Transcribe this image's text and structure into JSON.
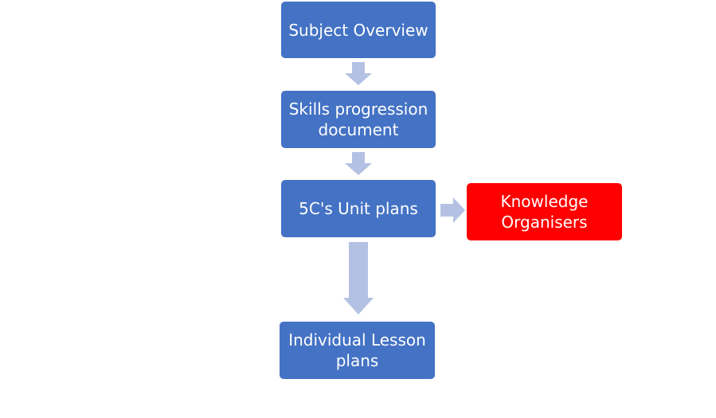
{
  "colors": {
    "box_blue": "#4472c4",
    "box_red": "#ff0000",
    "box_text": "#ffffff",
    "arrow": "#b4c1e3"
  },
  "nodes": {
    "subject_overview": "Subject Overview",
    "skills_progression": "Skills progression document",
    "unit_plans": "5C's Unit plans",
    "knowledge_organisers": "Knowledge Organisers",
    "lesson_plans": "Individual Lesson plans"
  }
}
